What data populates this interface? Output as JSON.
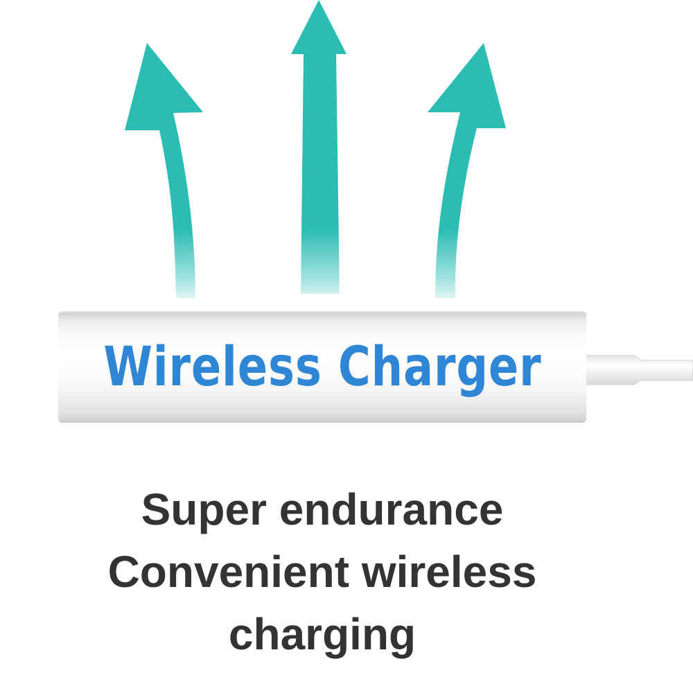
{
  "product": {
    "label": "Wireless Charger"
  },
  "caption": {
    "lines": [
      "Super endurance",
      "Convenient wireless",
      "charging"
    ]
  },
  "colors": {
    "arrow": "#2bbcb4",
    "label": "#2f86d5",
    "caption": "#333333"
  },
  "icons": [
    "arrow-up-icon",
    "arrow-up-icon",
    "arrow-up-icon",
    "cable-icon"
  ]
}
